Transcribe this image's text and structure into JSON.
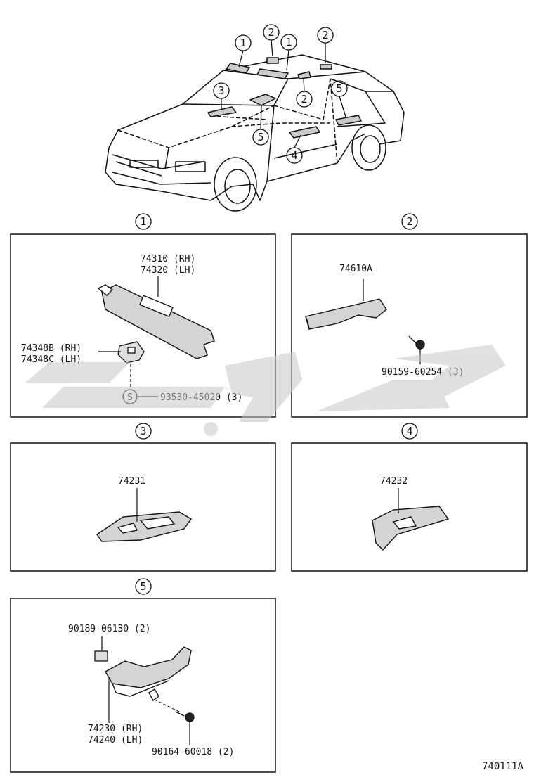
{
  "diagram_code": "740111A",
  "car_callouts": [
    "1",
    "2",
    "1",
    "2",
    "2",
    "3",
    "5",
    "5",
    "4"
  ],
  "panels": {
    "p1": {
      "num": "1",
      "labels": {
        "visor": [
          "74310 (RH)",
          "74320 (LH)"
        ],
        "holder": [
          "74348B (RH)",
          "74348C (LH)"
        ],
        "screw_symbol": "S",
        "screw": "93530-45020 (3)"
      }
    },
    "p2": {
      "num": "2",
      "labels": {
        "grip": "74610A",
        "bolt": "90159-60254 (3)"
      }
    },
    "p3": {
      "num": "3",
      "labels": {
        "switch_base": "74231"
      }
    },
    "p4": {
      "num": "4",
      "labels": {
        "switch_base": "74232"
      }
    },
    "p5": {
      "num": "5",
      "labels": {
        "clip": "90189-06130 (2)",
        "pull": [
          "74230 (RH)",
          "74240 (LH)"
        ],
        "screw": "90164-60018 (2)"
      }
    }
  },
  "watermark": {
    "color": "#c8c8c8"
  }
}
